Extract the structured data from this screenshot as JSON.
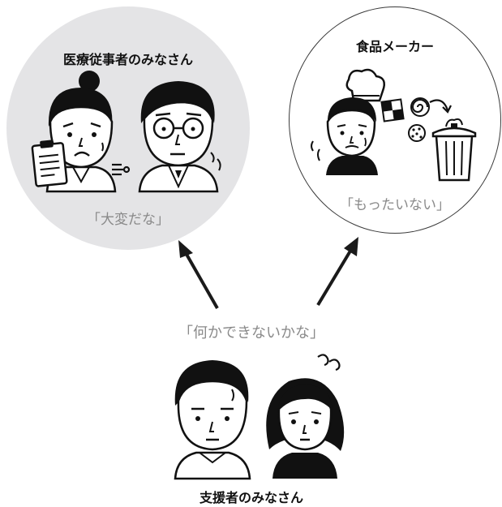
{
  "groups": {
    "medical": {
      "title": "医療従事者のみなさん",
      "quote": "「大変だな」"
    },
    "food": {
      "title": "食品メーカー",
      "quote": "「もったいない」"
    },
    "supporters": {
      "title": "支援者のみなさん",
      "quote": "「何かできないかな」"
    }
  },
  "colors": {
    "medical_circle_fill": "#e4e4e6",
    "food_circle_stroke": "#3a3a3a",
    "quote_text": "#8a8a8a",
    "ink": "#111111"
  }
}
